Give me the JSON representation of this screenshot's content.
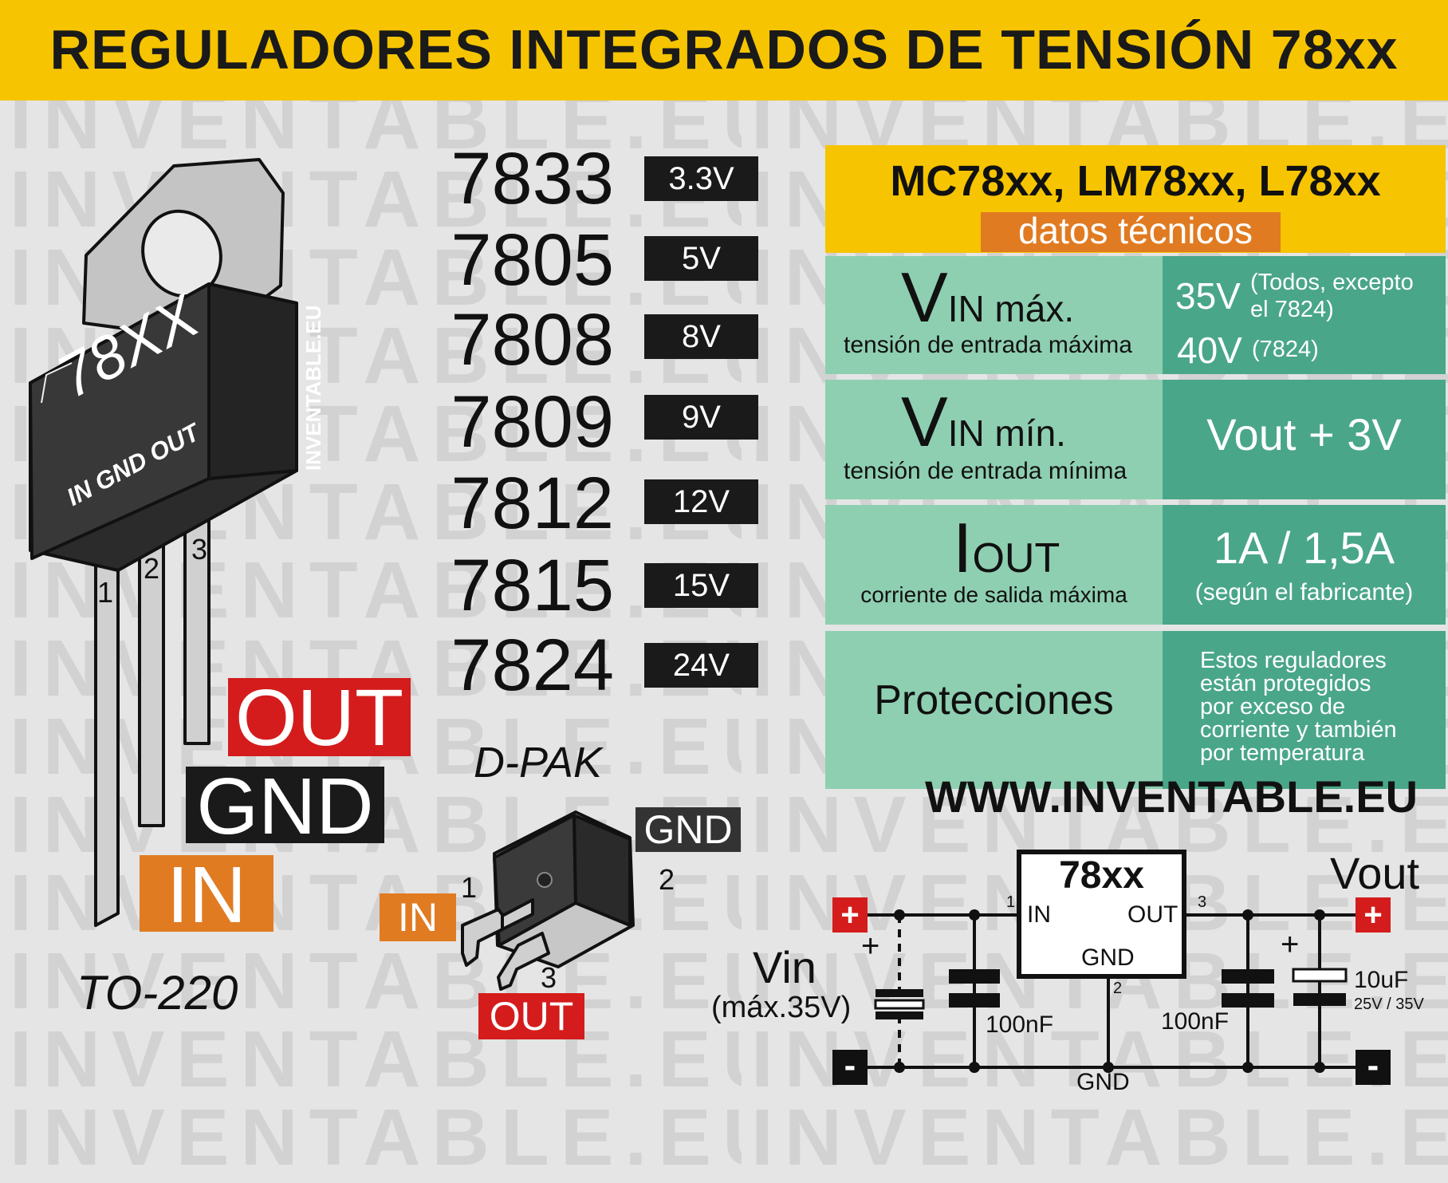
{
  "title": "REGULADORES INTEGRADOS DE TENSIÓN 78xx",
  "watermark": "INVENTABLE.EU",
  "colors": {
    "yellow": "#f6c400",
    "orange": "#e07b22",
    "red": "#d41c1c",
    "dark": "#1a1a1a",
    "teal_light": "#8ecfb1",
    "teal_dark": "#4aa689"
  },
  "models": [
    {
      "code": "7833",
      "voltage": "3.3V"
    },
    {
      "code": "7805",
      "voltage": "5V"
    },
    {
      "code": "7808",
      "voltage": "8V"
    },
    {
      "code": "7809",
      "voltage": "9V"
    },
    {
      "code": "7812",
      "voltage": "12V"
    },
    {
      "code": "7815",
      "voltage": "15V"
    },
    {
      "code": "7824",
      "voltage": "24V"
    }
  ],
  "to220": {
    "package": "TO-220",
    "marking": "78XX",
    "pin_marking": "IN GND OUT",
    "side_text": "INVENTABLE.EU",
    "pin_numbers": [
      "1",
      "2",
      "3"
    ],
    "labels": {
      "out": "OUT",
      "gnd": "GND",
      "in": "IN"
    }
  },
  "dpak": {
    "package": "D-PAK",
    "labels": {
      "gnd": "GND",
      "in": "IN",
      "out": "OUT"
    },
    "pin_numbers": [
      "1",
      "2",
      "3"
    ]
  },
  "panel": {
    "title": "MC78xx, LM78xx, L78xx",
    "subtitle": "datos técnicos",
    "rows": [
      {
        "symbol_big": "V",
        "symbol_sub": "IN máx.",
        "desc": "tensión de entrada máxima",
        "value1": "35V",
        "note1a": "(Todos, excepto",
        "note1b": "el 7824)",
        "value2": "40V",
        "note2": "(7824)"
      },
      {
        "symbol_big": "V",
        "symbol_sub": "IN mín.",
        "desc": "tensión de entrada mínima",
        "value": "Vout + 3V"
      },
      {
        "symbol_big": "I",
        "symbol_sub": "OUT",
        "desc": "corriente de salida máxima",
        "value": "1A / 1,5A",
        "note": "(según el fabricante)"
      },
      {
        "label": "Protecciones",
        "lines": [
          "Estos reguladores",
          "están protegidos",
          "por exceso de",
          "corriente y también",
          "por temperatura"
        ]
      }
    ]
  },
  "url": "WWW.INVENTABLE.EU",
  "circuit": {
    "chip": "78xx",
    "pin_in": "IN",
    "pin_out": "OUT",
    "pin_gnd": "GND",
    "pin1": "1",
    "pin2": "2",
    "pin3": "3",
    "vin": "Vin",
    "vin_max": "(máx.35V)",
    "vout": "Vout",
    "plus": "+",
    "minus": "-",
    "cap_in": "100nF",
    "cap_out": "100nF",
    "electrolytic": "10uF",
    "electrolytic_rating": "25V / 35V",
    "gnd": "GND"
  }
}
